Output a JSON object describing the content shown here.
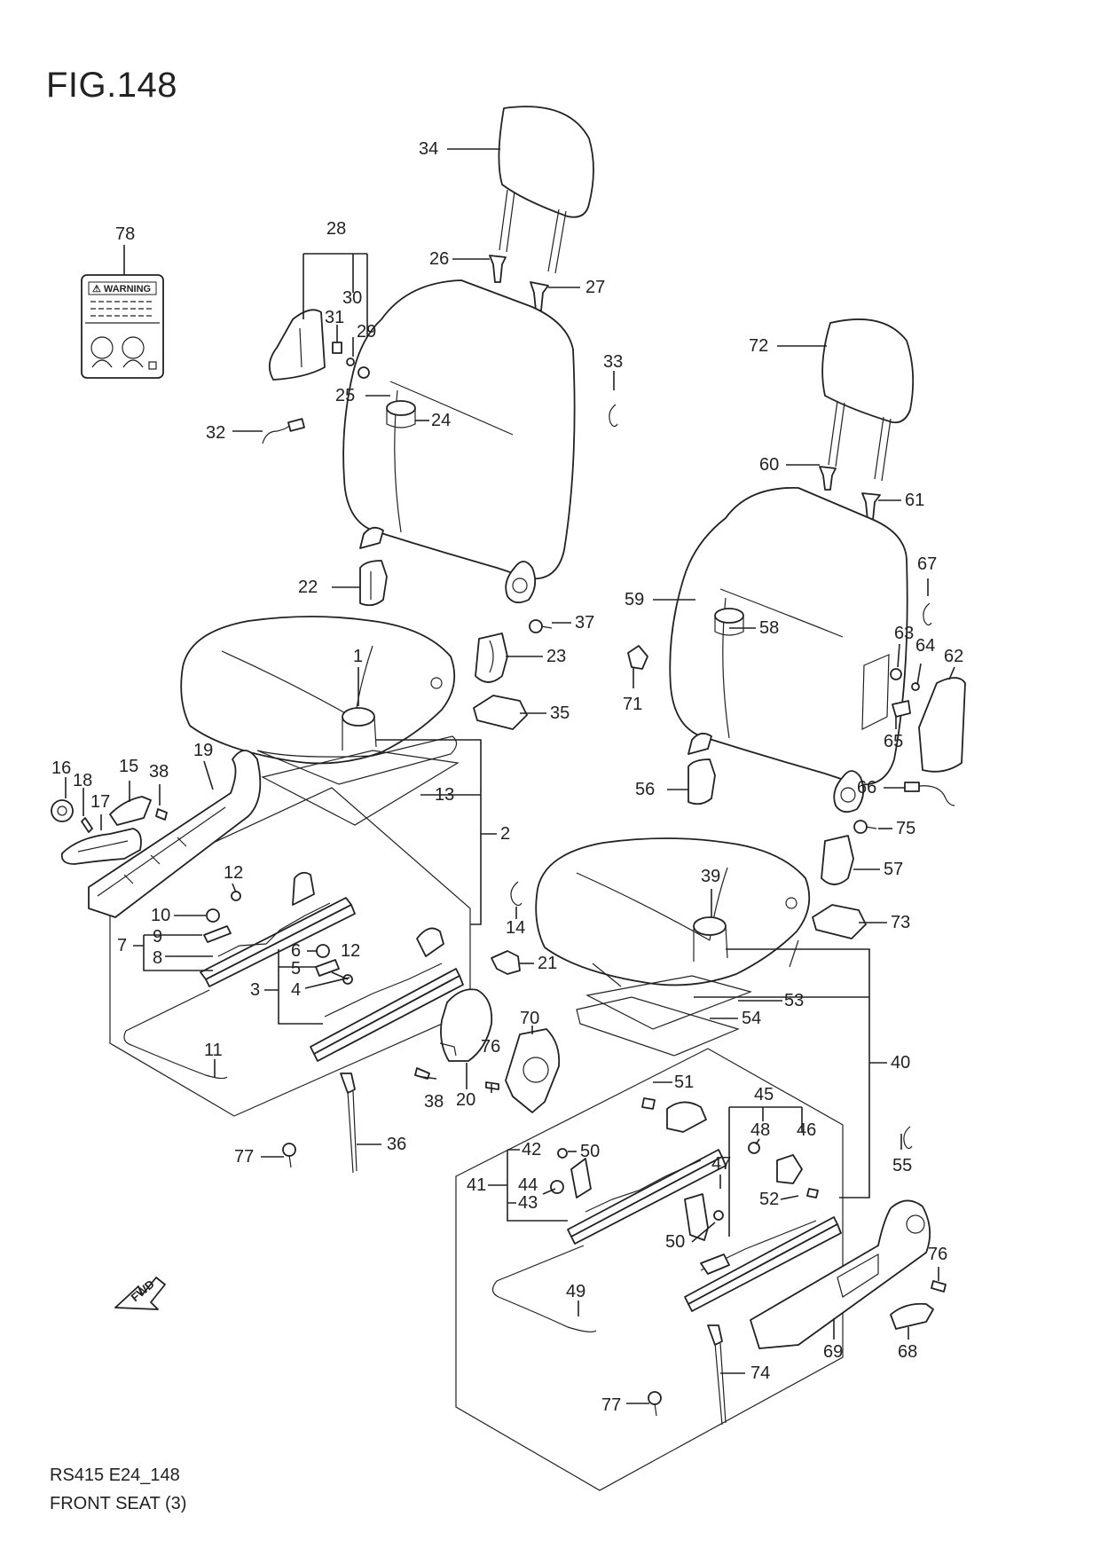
{
  "figure": {
    "title": "FIG.148",
    "model_code": "RS415 E24_148",
    "section_name": "FRONT SEAT (3)"
  },
  "warning_label": {
    "text": "⚠ WARNING"
  },
  "direction_marker": {
    "text": "FWD"
  },
  "callouts": [
    "1",
    "2",
    "3",
    "4",
    "5",
    "6",
    "7",
    "8",
    "9",
    "10",
    "11",
    "12",
    "12",
    "13",
    "14",
    "15",
    "16",
    "17",
    "18",
    "19",
    "20",
    "21",
    "22",
    "23",
    "24",
    "25",
    "26",
    "27",
    "28",
    "29",
    "30",
    "31",
    "32",
    "33",
    "34",
    "35",
    "36",
    "37",
    "38",
    "38",
    "39",
    "40",
    "41",
    "42",
    "43",
    "44",
    "45",
    "46",
    "47",
    "48",
    "49",
    "50",
    "50",
    "51",
    "52",
    "53",
    "54",
    "55",
    "56",
    "57",
    "58",
    "59",
    "60",
    "61",
    "62",
    "63",
    "64",
    "65",
    "66",
    "67",
    "68",
    "69",
    "70",
    "71",
    "72",
    "73",
    "74",
    "75",
    "76",
    "76",
    "77",
    "77",
    "78"
  ]
}
